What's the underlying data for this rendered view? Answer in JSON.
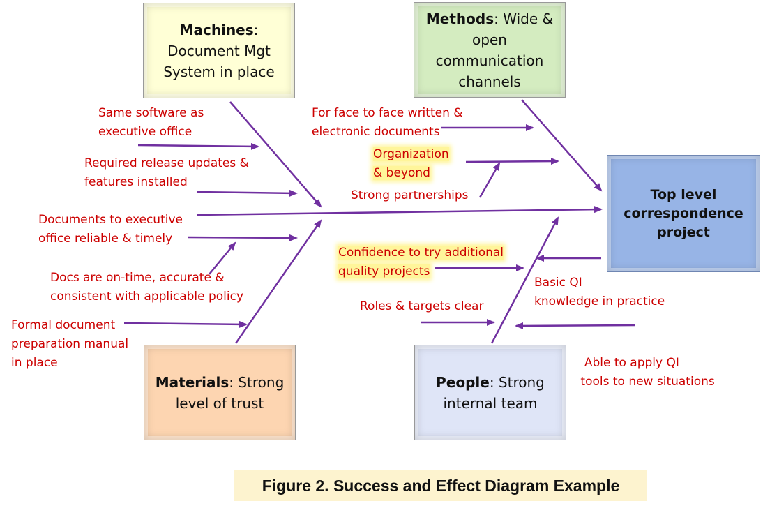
{
  "boxes": {
    "machines": {
      "title": "Machines",
      "text_after_title": ":",
      "line2": "Document Mgt",
      "line3": "System in place"
    },
    "methods": {
      "title": "Methods",
      "text_after_title": ": Wide &",
      "line2": "open",
      "line3": "communication",
      "line4": "channels"
    },
    "materials": {
      "title": "Materials",
      "text_after_title": ": Strong",
      "line2": "level of trust"
    },
    "people": {
      "title": "People",
      "text_after_title": ": Strong",
      "line2": "internal team"
    },
    "effect": {
      "line1": "Top level",
      "line2": "correspondence",
      "line3": "project"
    }
  },
  "causes": {
    "same_software": [
      "Same software as",
      "executive office"
    ],
    "release_updates": [
      "Required release updates &",
      "features installed"
    ],
    "docs_reliable": [
      "Documents to executive",
      "office reliable & timely"
    ],
    "docs_on_time": [
      "Docs are on-time, accurate &",
      "consistent with applicable policy"
    ],
    "formal_manual": [
      "Formal document",
      "preparation manual",
      "in place"
    ],
    "face_to_face": [
      "For face to face written &",
      "electronic documents"
    ],
    "organization": [
      "Organization",
      "& beyond"
    ],
    "partnerships": [
      "Strong partnerships"
    ],
    "confidence": [
      "Confidence to try additional",
      "quality projects"
    ],
    "roles_targets": [
      "Roles & targets clear"
    ],
    "basic_qi": [
      "Basic QI",
      "knowledge in practice"
    ],
    "apply_qi": [
      "Able to apply QI",
      " tools to new situations"
    ]
  },
  "caption": "Figure 2. Success and Effect Diagram Example",
  "colors": {
    "arrow": "#7030a0",
    "cause_text": "#cc0000",
    "highlight": "#fff59a"
  }
}
